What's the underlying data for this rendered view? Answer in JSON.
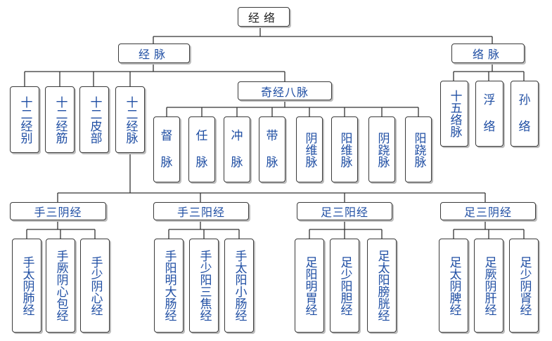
{
  "root": {
    "label": "经络"
  },
  "jingmai": {
    "label": "经脉"
  },
  "luomai": {
    "label": "络脉"
  },
  "qijing": {
    "label": "奇经八脉"
  },
  "jingmai_children": [
    "十二经别",
    "十二经筋",
    "十二皮部",
    "十二经脉"
  ],
  "luomai_children": [
    {
      "top": "十五络脉"
    },
    {
      "top": "浮",
      "bottom": "络"
    },
    {
      "top": "孙",
      "bottom": "络"
    }
  ],
  "qijing_children": [
    {
      "top": "督",
      "bottom": "脉"
    },
    {
      "top": "任",
      "bottom": "脉"
    },
    {
      "top": "冲",
      "bottom": "脉"
    },
    {
      "top": "带",
      "bottom": "脉"
    },
    {
      "top": "阴维脉"
    },
    {
      "top": "阳维脉"
    },
    {
      "top": "阴跷脉"
    },
    {
      "top": "阳跷脉"
    }
  ],
  "groups": [
    {
      "label": "手三阴经",
      "children": [
        "手太阴肺经",
        "手厥阴心包经",
        "手少阴心经"
      ]
    },
    {
      "label": "手三阳经",
      "children": [
        "手阳明大肠经",
        "手少阳三焦经",
        "手太阳小肠经"
      ]
    },
    {
      "label": "足三阳经",
      "children": [
        "足阳明胃经",
        "足少阳胆经",
        "足太阳膀胱经"
      ]
    },
    {
      "label": "足三阴经",
      "children": [
        "足太阴脾经",
        "足厥阴肝经",
        "足少阴肾经"
      ]
    }
  ],
  "colors": {
    "text": "#1f4ea3",
    "line": "#333333",
    "border": "#3a3a3a"
  }
}
